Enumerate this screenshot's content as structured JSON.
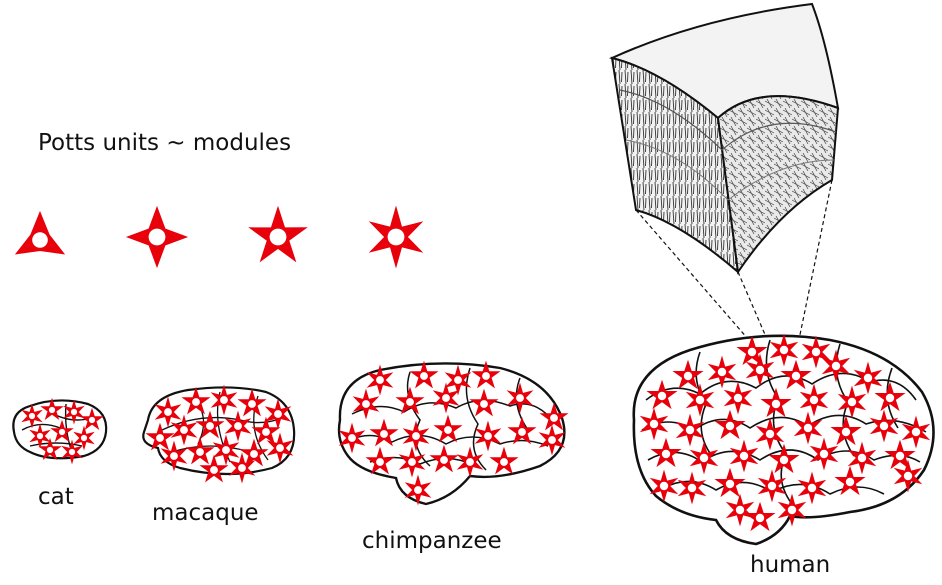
{
  "title": "Potts units ~ modules",
  "species": [
    {
      "name": "cat"
    },
    {
      "name": "macaque"
    },
    {
      "name": "chimpanzee"
    },
    {
      "name": "human"
    }
  ],
  "colors": {
    "unit": "#e8000b",
    "outline": "#111111"
  },
  "unit_types": [
    {
      "name": "3-arm-unit-icon",
      "arms": 3
    },
    {
      "name": "4-arm-unit-icon",
      "arms": 4
    },
    {
      "name": "5-arm-unit-icon",
      "arms": 5
    },
    {
      "name": "6-arm-unit-icon",
      "arms": 6
    }
  ]
}
